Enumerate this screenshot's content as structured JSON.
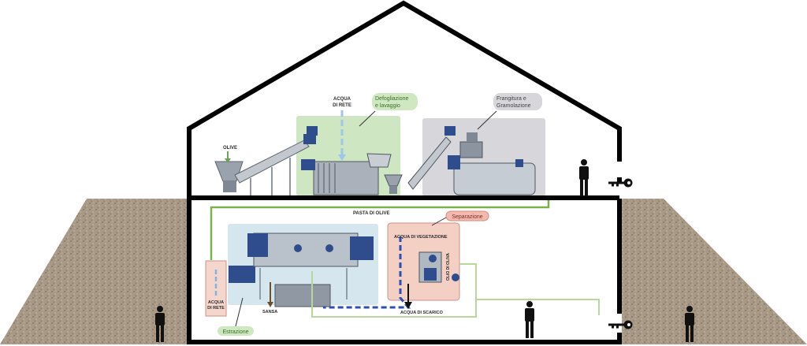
{
  "labels": {
    "olive": "OLIVE",
    "acqua_di_rete_top_line1": "ACQUA",
    "acqua_di_rete_top_line2": "DI RETE",
    "defogliazione_line1": "Defogliazione",
    "defogliazione_line2": "e lavaggio",
    "frangitura_line1": "Frangitura e",
    "frangitura_line2": "Gramolazione",
    "pasta_di_olive": "PASTA DI OLIVE",
    "separazione": "Separazione",
    "acqua_di_vegetazione": "ACQUA DI VEGETAZIONE",
    "olio_di_oliva": "OLIO DI OLIVA",
    "acqua_di_scarico": "ACQUA DI SCARICO",
    "sansa": "SANSA",
    "acqua_di_rete_low_line1": "ACQUA",
    "acqua_di_rete_low_line2": "DI RETE",
    "estrazione": "Estrazione"
  },
  "colors": {
    "wall": "#000000",
    "ground": "#a89886",
    "green_zone": "#cfe6c2",
    "grey_zone": "#d7d7db",
    "lightblue_zone": "#d6e6ee",
    "red_zone": "#f4cfc4",
    "machine_blue": "#2f4d8c",
    "machine_grey": "#9aa2ad",
    "pipe_green": "#79b24a",
    "pipe_blue": "#2d4fb0",
    "pipe_lightblue": "#9ec6ea",
    "tag_green": "#cfe8c1",
    "tag_pink": "#f3b9ae"
  },
  "icons": [
    "person-icon",
    "key-icon"
  ]
}
